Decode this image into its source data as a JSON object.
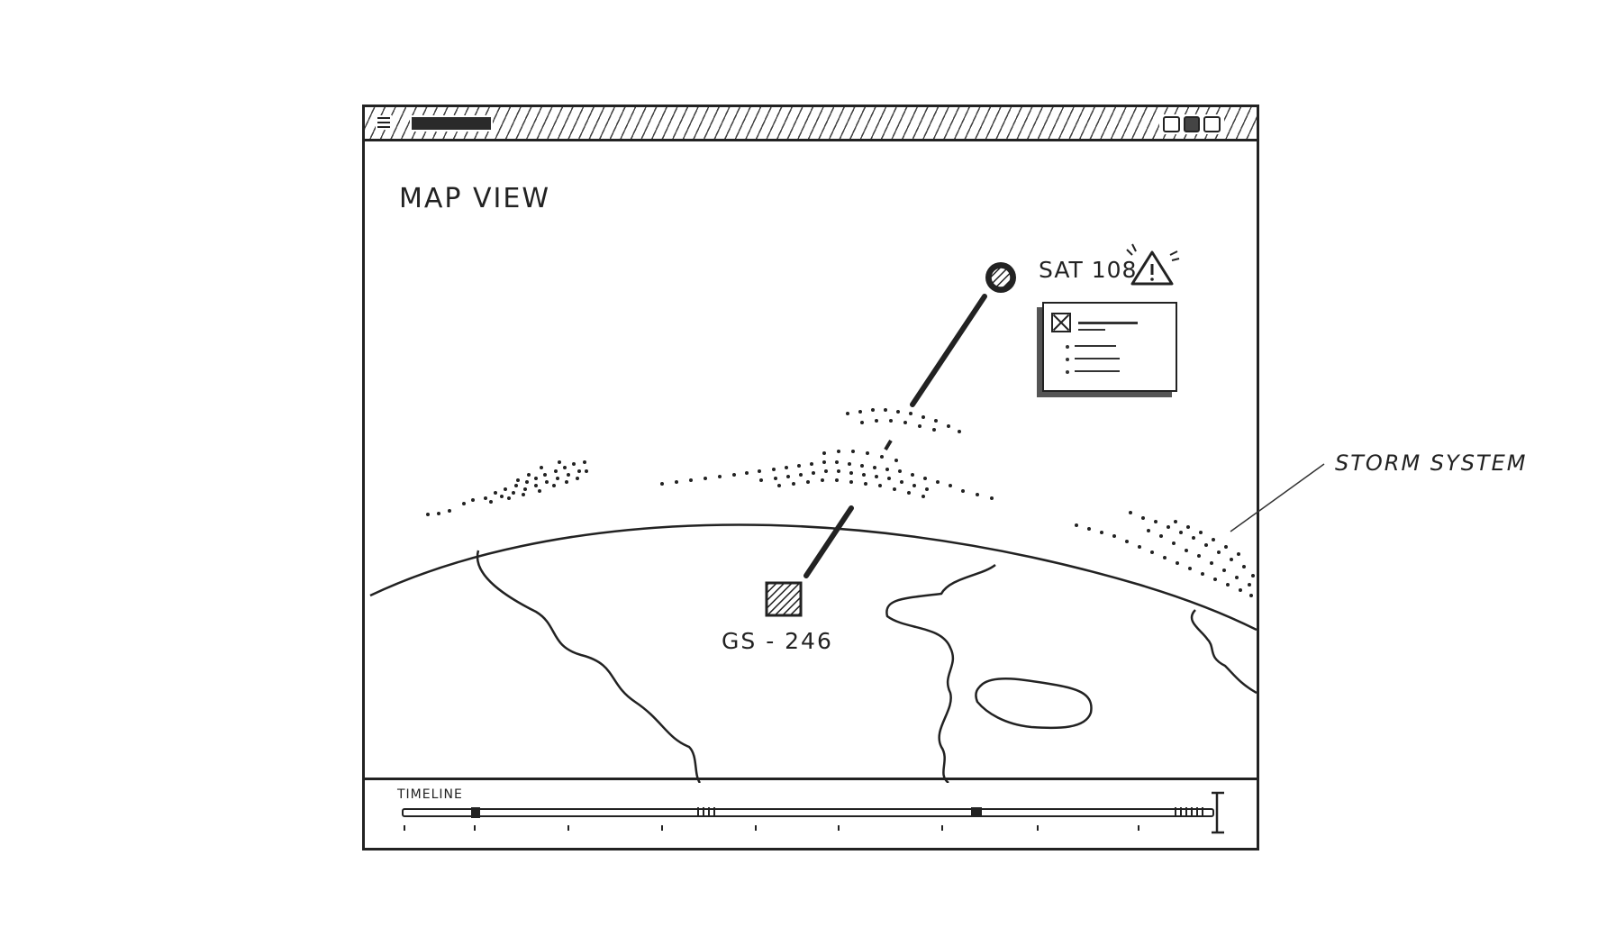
{
  "window": {
    "title_bar": {
      "menu_icon": "hamburger-icon"
    },
    "page_title": "MAP VIEW"
  },
  "map": {
    "satellite": {
      "label": "SAT 108",
      "status_icon": "warning-triangle-icon"
    },
    "ground_station": {
      "label": "GS - 246"
    },
    "popup": {
      "icon": "image-placeholder-icon"
    }
  },
  "timeline": {
    "label": "TIMELINE"
  },
  "annotation": {
    "storm": "STORM SYSTEM"
  }
}
